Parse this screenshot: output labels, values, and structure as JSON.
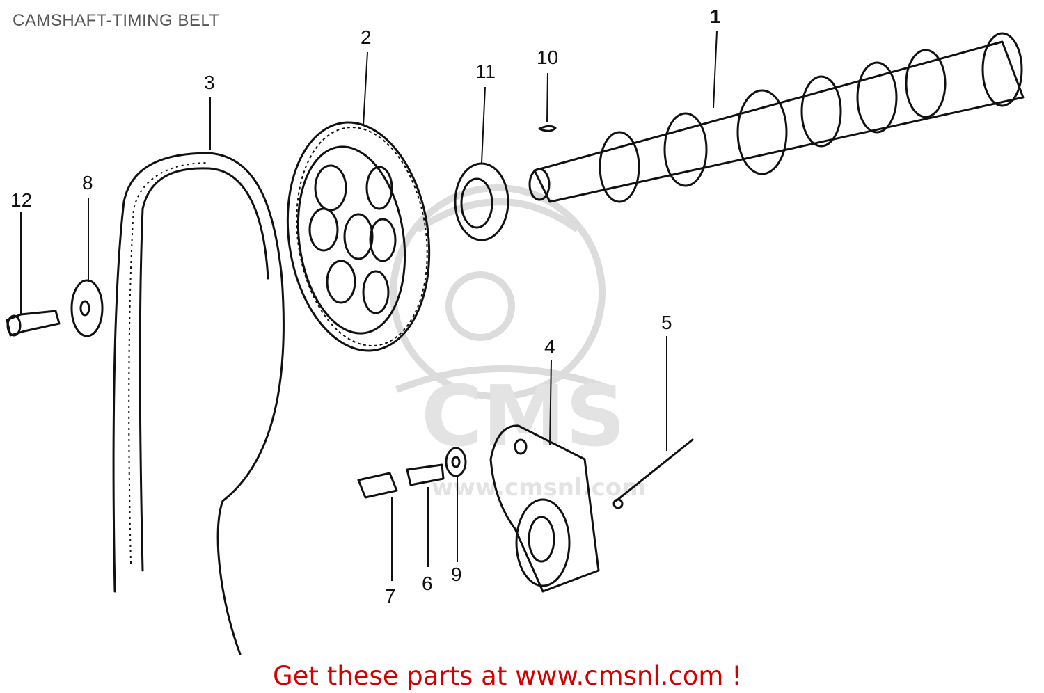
{
  "title": "CAMSHAFT-TIMING BELT",
  "footer": "Get these parts at www.cmsnl.com !",
  "watermark": {
    "brand": "CMS",
    "url": "www.cmsnl.com"
  },
  "callouts": {
    "p1": "1",
    "p2": "2",
    "p3": "3",
    "p4": "4",
    "p5": "5",
    "p6": "6",
    "p7": "7",
    "p8": "8",
    "p9": "9",
    "p10": "10",
    "p11": "11",
    "p12": "12"
  },
  "colors": {
    "footer": "#d40000",
    "title": "#555555",
    "ink": "#111111",
    "watermark": "#d9d9d9"
  }
}
